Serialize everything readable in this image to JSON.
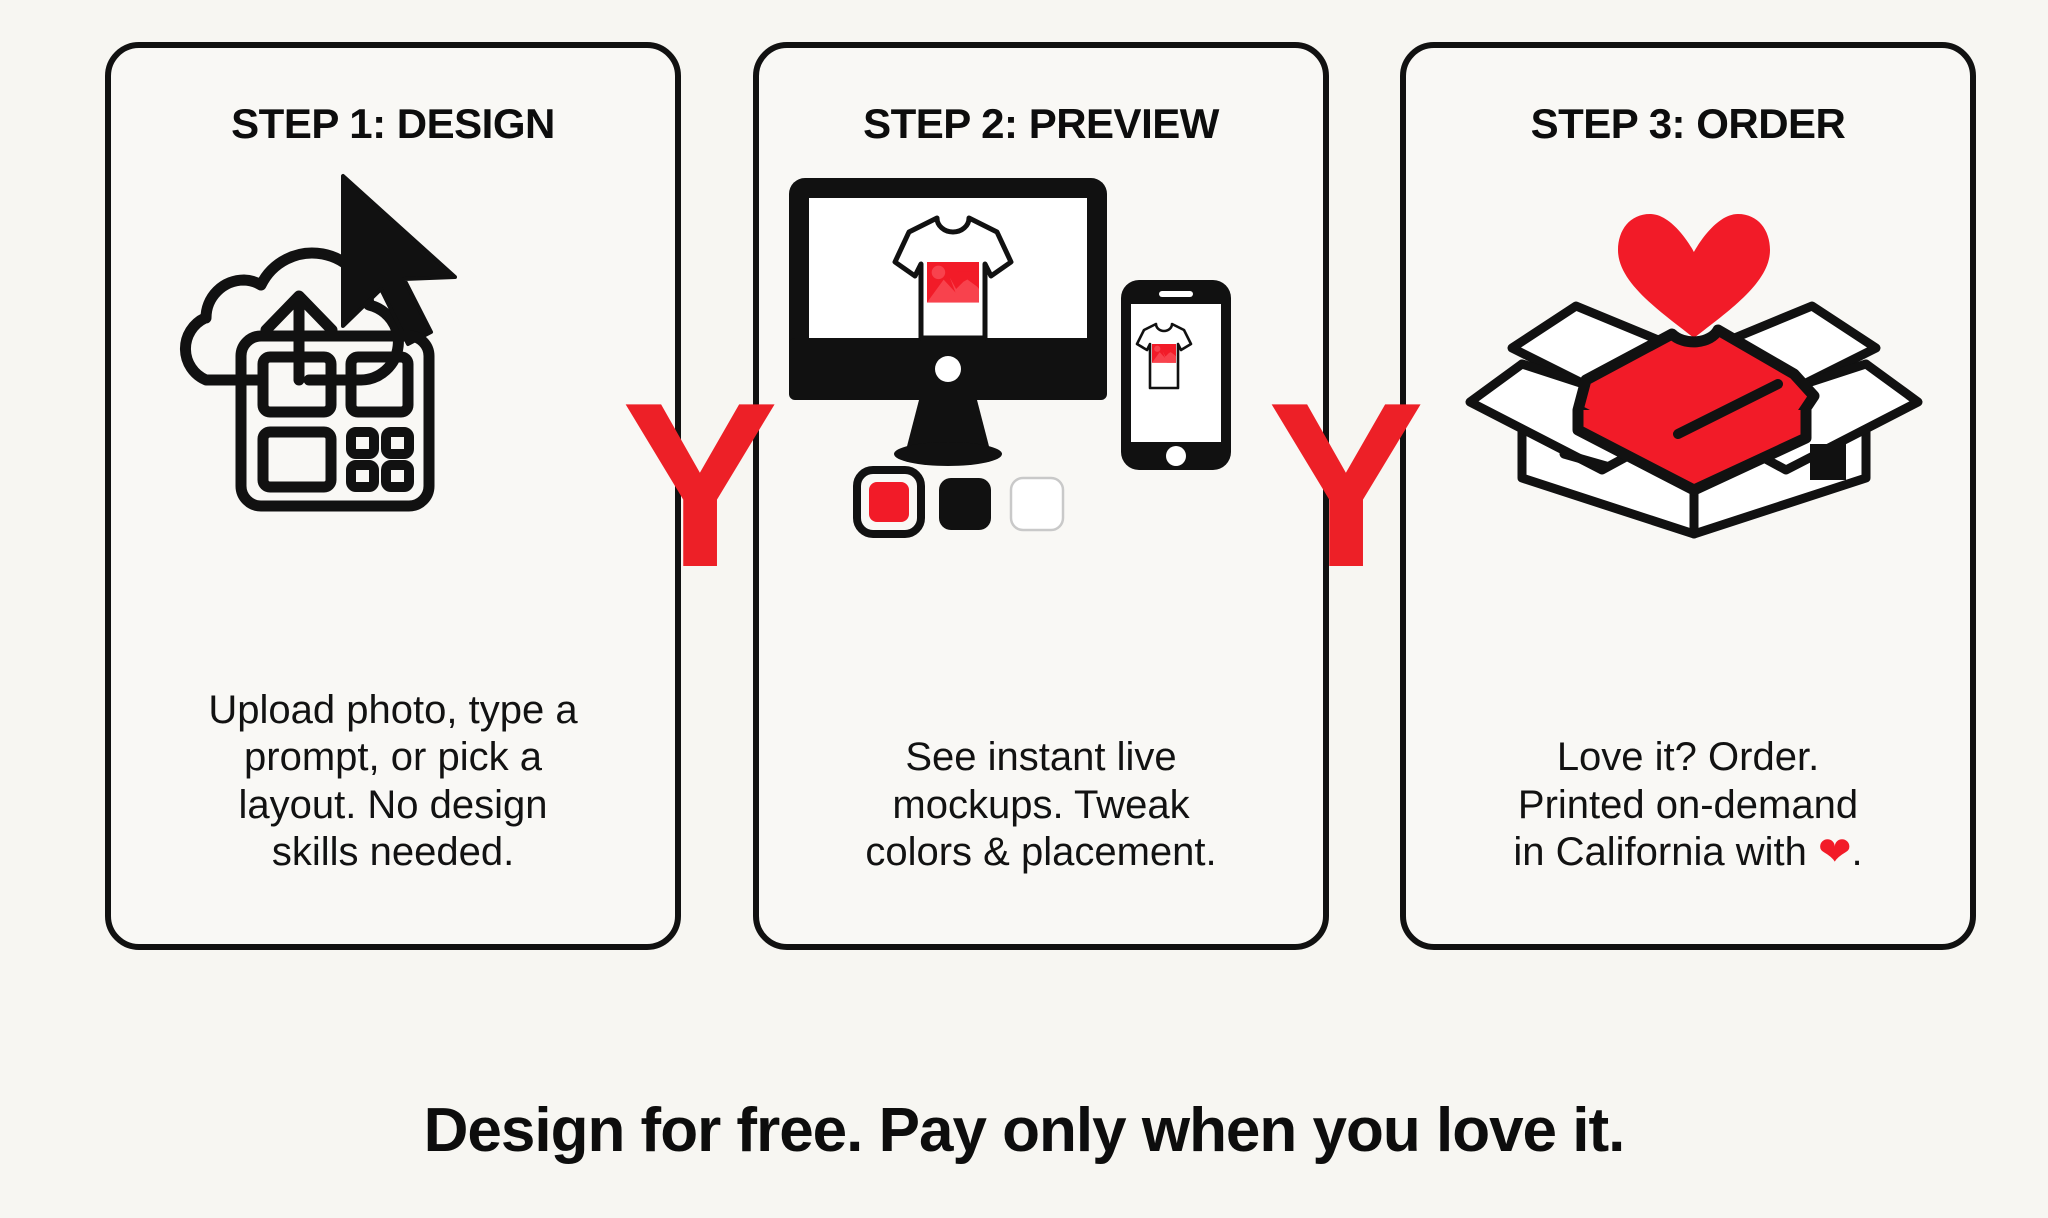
{
  "background_color": "#f7f6f2",
  "accent_red": "#ED2027",
  "ink_black": "#111111",
  "separators": [
    {
      "name": "arrow-separator-1",
      "glyph": "Y",
      "color": "#ED2027"
    },
    {
      "name": "arrow-separator-2",
      "glyph": "Y",
      "color": "#ED2027"
    }
  ],
  "cards": [
    {
      "id": "step-1",
      "title": "STEP 1: DESIGN",
      "body": "Upload photo, type a prompt, or pick a layout. No design skills needed.",
      "body_lines": [
        "Upload photo, type a",
        "prompt, or pick a",
        "layout. No design",
        "skills needed."
      ],
      "icons": [
        "cloud-upload-icon",
        "mouse-cursor-icon",
        "grid-layout-icon"
      ]
    },
    {
      "id": "step-2",
      "title": "STEP 2: PREVIEW",
      "body": "See instant live mockups. Tweak colors & placement.",
      "body_lines": [
        "See instant live",
        "mockups. Tweak",
        "colors & placement."
      ],
      "icons": [
        "desktop-monitor-icon",
        "smartphone-icon",
        "tshirt-mockup-icon",
        "color-swatch-icon"
      ],
      "color_swatches": [
        {
          "name": "swatch-red",
          "color": "#ED2027",
          "selected": true
        },
        {
          "name": "swatch-black",
          "color": "#111111",
          "selected": false
        },
        {
          "name": "swatch-white",
          "color": "#ffffff",
          "selected": false
        }
      ]
    },
    {
      "id": "step-3",
      "title": "STEP 3: ORDER",
      "body": "Love it? Order. Printed on-demand in California with ❤.",
      "body_lines": [
        "Love it? Order.",
        "Printed on-demand",
        "in California with ❤."
      ],
      "icons": [
        "heart-icon",
        "open-box-icon",
        "folded-shirt-icon"
      ]
    }
  ],
  "tagline": "Design for free. Pay only when you love it."
}
